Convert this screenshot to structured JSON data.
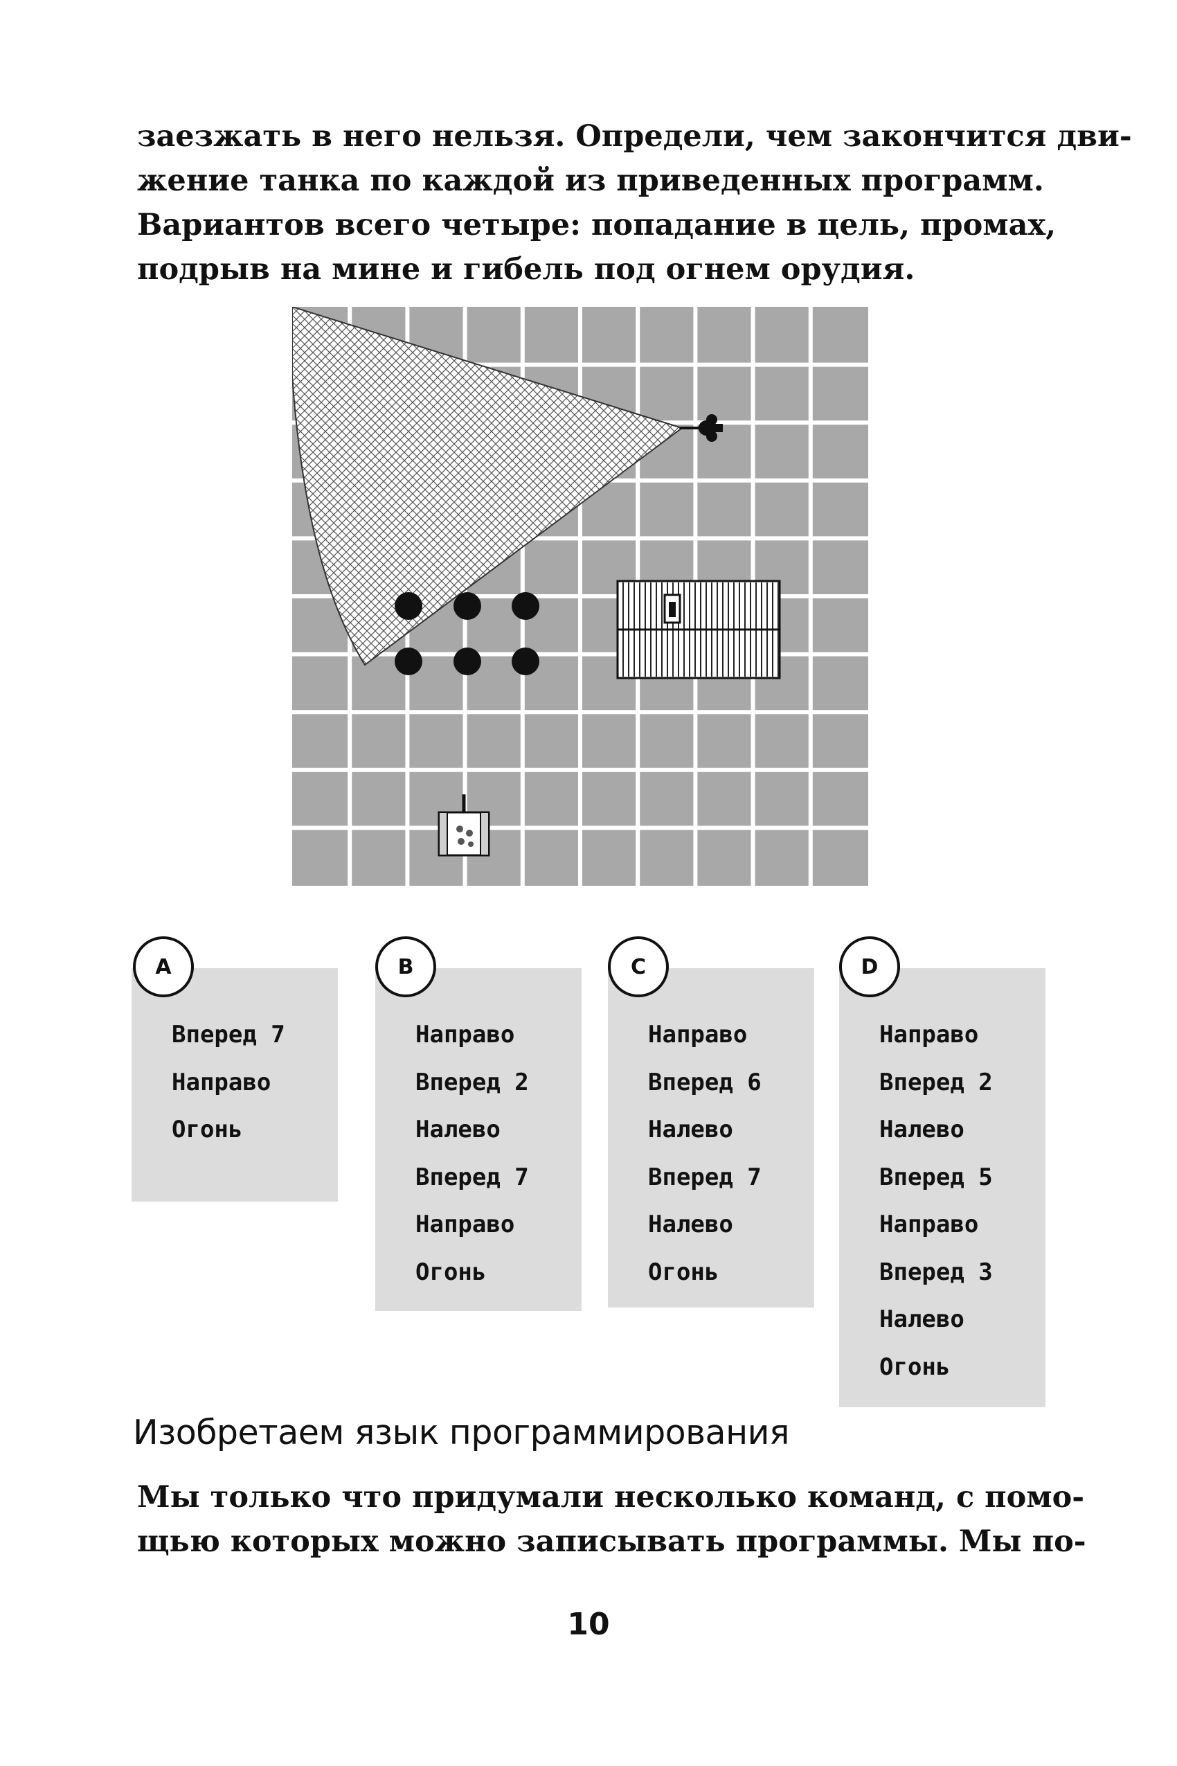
{
  "intro": {
    "lines": [
      "заезжать в него нельзя. Определи, чем закончится дви-",
      "жение танка по каждой из приведенных программ.",
      "Вариантов всего четыре: попадание в цель, промах,",
      "подрыв на мине и гибель под огнем орудия."
    ]
  },
  "board": {
    "grid_cols": 10,
    "grid_rows": 10,
    "colors": {
      "cell": "#a8a8a8",
      "grid_line": "#ffffff",
      "mine": "#111111",
      "danger_zone": "#ffffff"
    }
  },
  "programs": [
    {
      "label": "A",
      "lines": [
        "Вперед 7",
        "Направо",
        "Огонь"
      ]
    },
    {
      "label": "B",
      "lines": [
        "Направо",
        "Вперед 2",
        "Налево",
        "Вперед 7",
        "Направо",
        "Огонь"
      ]
    },
    {
      "label": "C",
      "lines": [
        "Направо",
        "Вперед 6",
        "Налево",
        "Вперед 7",
        "Налево",
        "Огонь"
      ]
    },
    {
      "label": "D",
      "lines": [
        "Направо",
        "Вперед 2",
        "Налево",
        "Вперед 5",
        "Направо",
        "Вперед 3",
        "Налево",
        "Огонь"
      ]
    }
  ],
  "section": {
    "heading": "Изобретаем язык программирования",
    "lines": [
      "Мы только что придумали несколько команд, с помо-",
      "щью которых можно записывать программы. Мы по-"
    ]
  },
  "page_number": "10"
}
